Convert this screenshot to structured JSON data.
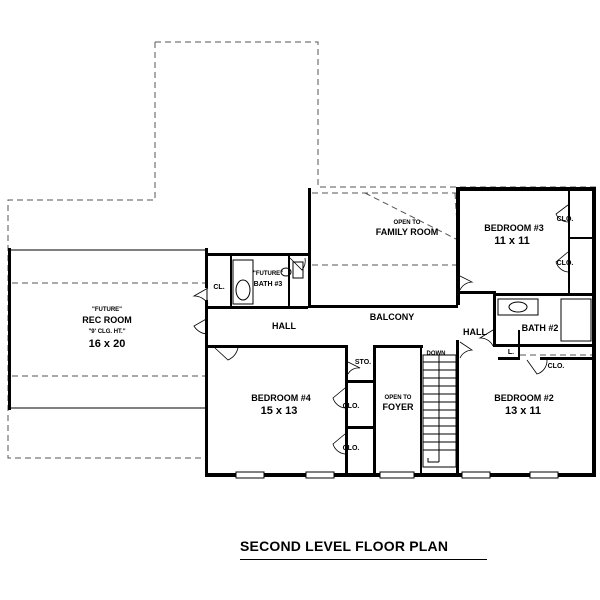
{
  "title": "SECOND LEVEL FLOOR PLAN",
  "rooms": {
    "rec_room": {
      "tag": "\"FUTURE\"",
      "name": "REC ROOM",
      "note": "\"9' CLG. HT.\"",
      "dim": "16 x 20"
    },
    "bath3": {
      "tag": "\"FUTURE\"",
      "name": "BATH #3"
    },
    "cl": "CL.",
    "hall_left": "HALL",
    "balcony": "BALCONY",
    "hall_right": "HALL",
    "family_open": {
      "line1": "OPEN TO",
      "line2": "FAMILY ROOM"
    },
    "bedroom3": {
      "name": "BEDROOM #3",
      "dim": "11 x 11"
    },
    "clo_b3_top": "CLO.",
    "clo_b3_bottom": "CLO.",
    "bath2": "BATH #2",
    "linen": "L.",
    "clo_b2": "CLO.",
    "bedroom2": {
      "name": "BEDROOM #2",
      "dim": "13 x 11"
    },
    "bedroom4": {
      "name": "BEDROOM #4",
      "dim": "15 x 13"
    },
    "clo_b4_top": "CLO.",
    "clo_b4_bottom": "CLO.",
    "sto": "STO.",
    "foyer_open": {
      "line1": "OPEN TO",
      "line2": "FOYER"
    },
    "stair_down": "DOWN"
  }
}
